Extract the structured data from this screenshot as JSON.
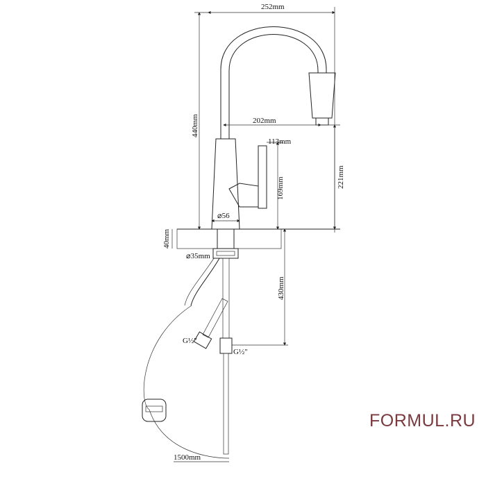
{
  "dimensions": {
    "total_width": "252mm",
    "total_height": "440mm",
    "spout_reach": "202mm",
    "handle_width": "113mm",
    "spout_height": "221mm",
    "body_height": "169mm",
    "base_diameter": "⌀56",
    "counter_thickness": "40mm",
    "hole_diameter": "⌀35mm",
    "hose_length": "430mm",
    "inlet_thread_left": "G½\"",
    "inlet_thread_right": "G½\"",
    "pullout_hose_length": "1500mm"
  },
  "brand": "FORMUL.RU",
  "colors": {
    "brand": "#7a3a3e",
    "line": "#222222"
  }
}
